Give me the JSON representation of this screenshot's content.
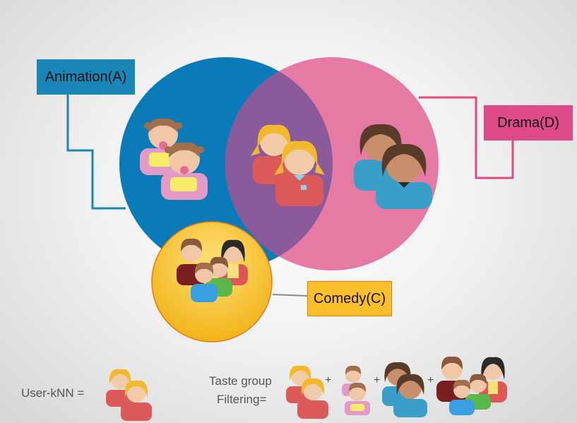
{
  "sets": {
    "animation": {
      "label": "Animation(A)",
      "color": "#0a7bb8"
    },
    "drama": {
      "label": "Drama(D)",
      "color": "#e57aa5"
    },
    "comedy": {
      "label": "Comedy(C)",
      "color": "#f7c32a"
    },
    "intersection_color": "#8a5a9a"
  },
  "footer": {
    "user_knn_label": "User-kNN =",
    "taste_group_line1": "Taste group",
    "taste_group_line2": "Filtering=",
    "plus": "+"
  }
}
